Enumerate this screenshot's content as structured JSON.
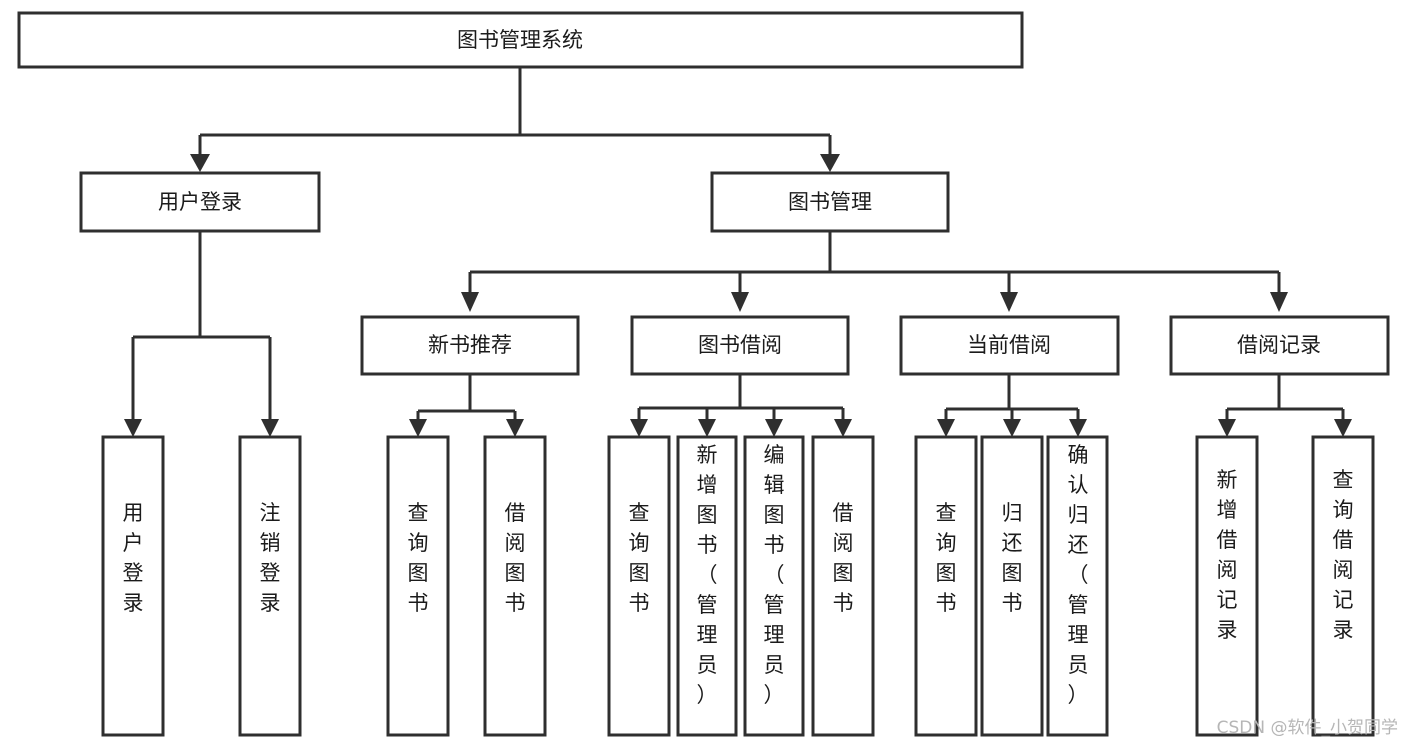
{
  "diagram": {
    "type": "tree-hierarchy-flowchart",
    "title": "图书管理系统",
    "levels": 4,
    "colors": {
      "box_stroke": "#2f2f2f",
      "box_fill": "#ffffff",
      "connector": "#2f2f2f",
      "text": "#1b1b1b",
      "background": "#ffffff",
      "watermark": "#b6b6b6"
    },
    "root": {
      "label": "图书管理系统",
      "id": "root-system"
    },
    "level2": [
      {
        "id": "user-login",
        "label": "用户登录"
      },
      {
        "id": "book-management",
        "label": "图书管理"
      }
    ],
    "level3": [
      {
        "id": "new-book-recommend",
        "label": "新书推荐",
        "parent": "book-management"
      },
      {
        "id": "book-borrow",
        "label": "图书借阅",
        "parent": "book-management"
      },
      {
        "id": "current-borrow",
        "label": "当前借阅",
        "parent": "book-management"
      },
      {
        "id": "borrow-record",
        "label": "借阅记录",
        "parent": "book-management"
      }
    ],
    "leaves": {
      "user-login": [
        {
          "id": "leaf-user-login",
          "label": "用户登录"
        },
        {
          "id": "leaf-logout",
          "label": "注销登录"
        }
      ],
      "new-book-recommend": [
        {
          "id": "leaf-query-book-1",
          "label": "查询图书"
        },
        {
          "id": "leaf-borrow-book-1",
          "label": "借阅图书"
        }
      ],
      "book-borrow": [
        {
          "id": "leaf-query-book-2",
          "label": "查询图书"
        },
        {
          "id": "leaf-add-book",
          "label": "新增图书（管理员）"
        },
        {
          "id": "leaf-edit-book",
          "label": "编辑图书（管理员）"
        },
        {
          "id": "leaf-borrow-book-2",
          "label": "借阅图书"
        }
      ],
      "current-borrow": [
        {
          "id": "leaf-query-book-3",
          "label": "查询图书"
        },
        {
          "id": "leaf-return-book",
          "label": "归还图书"
        },
        {
          "id": "leaf-confirm-return",
          "label": "确认归还（管理员）"
        }
      ],
      "borrow-record": [
        {
          "id": "leaf-add-record",
          "label": "新增借阅记录"
        },
        {
          "id": "leaf-query-record",
          "label": "查询借阅记录"
        }
      ]
    }
  },
  "watermark": {
    "text": "CSDN @软件_小贺同学"
  }
}
